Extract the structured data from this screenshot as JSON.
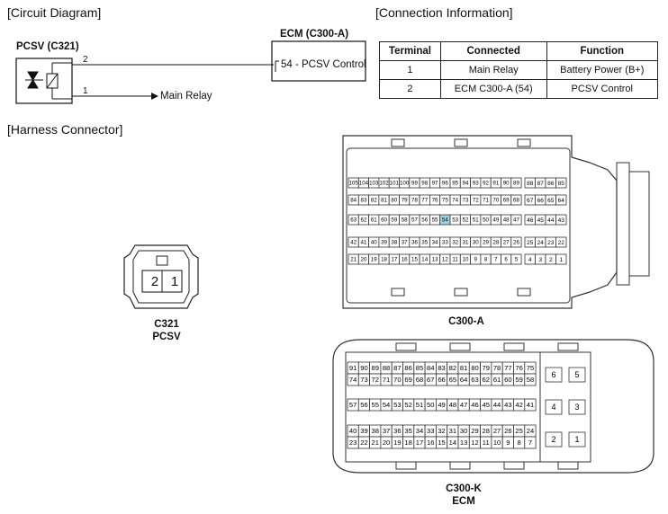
{
  "circuit": {
    "section_title": "[Circuit Diagram]",
    "component_label": "PCSV (C321)",
    "ecm_label": "ECM (C300-A)",
    "ecm_pin_text": "54 - PCSV Control",
    "wire_pin2": "2",
    "wire_pin1": "1",
    "main_relay_label": "Main Relay"
  },
  "connection": {
    "section_title": "[Connection Information]",
    "headers": [
      "Terminal",
      "Connected",
      "Function"
    ],
    "rows": [
      [
        "1",
        "Main Relay",
        "Battery Power (B+)"
      ],
      [
        "2",
        "ECM C300-A (54)",
        "PCSV Control"
      ]
    ]
  },
  "harness": {
    "section_title": "[Harness Connector]",
    "c321": {
      "pins": [
        "2",
        "1"
      ],
      "label_line1": "C321",
      "label_line2": "PCSV"
    },
    "c300a": {
      "label": "C300-A",
      "highlight_pin": "54",
      "rows_main": [
        [
          "105",
          "104",
          "103",
          "102",
          "101",
          "100",
          "99",
          "98",
          "97",
          "96",
          "95",
          "94",
          "93",
          "92",
          "91",
          "90",
          "89"
        ],
        [
          "84",
          "83",
          "82",
          "81",
          "80",
          "79",
          "78",
          "77",
          "76",
          "75",
          "74",
          "73",
          "72",
          "71",
          "70",
          "69",
          "68"
        ],
        [
          "63",
          "62",
          "61",
          "60",
          "59",
          "58",
          "57",
          "56",
          "55",
          "54",
          "53",
          "52",
          "51",
          "50",
          "49",
          "48",
          "47"
        ],
        [
          "42",
          "41",
          "40",
          "39",
          "38",
          "37",
          "36",
          "35",
          "34",
          "33",
          "32",
          "31",
          "30",
          "29",
          "28",
          "27",
          "26"
        ],
        [
          "21",
          "20",
          "19",
          "18",
          "17",
          "16",
          "15",
          "14",
          "13",
          "12",
          "11",
          "10",
          "9",
          "8",
          "7",
          "6",
          "5"
        ]
      ],
      "rows_side": [
        [
          "88",
          "87",
          "86",
          "85"
        ],
        [
          "67",
          "66",
          "65",
          "64"
        ],
        [
          "46",
          "45",
          "44",
          "43"
        ],
        [
          "25",
          "24",
          "23",
          "22"
        ],
        [
          "4",
          "3",
          "2",
          "1"
        ]
      ]
    },
    "c300k": {
      "label_line1": "C300-K",
      "label_line2": "ECM",
      "rows_main": [
        [
          "91",
          "90",
          "89",
          "88",
          "87",
          "86",
          "85",
          "84",
          "83",
          "82",
          "81",
          "80",
          "79",
          "78",
          "77",
          "76",
          "75"
        ],
        [
          "74",
          "73",
          "72",
          "71",
          "70",
          "69",
          "68",
          "67",
          "66",
          "65",
          "64",
          "63",
          "62",
          "61",
          "60",
          "59",
          "58"
        ],
        [
          "57",
          "56",
          "55",
          "54",
          "53",
          "52",
          "51",
          "50",
          "49",
          "48",
          "47",
          "46",
          "45",
          "44",
          "43",
          "42",
          "41"
        ],
        [
          "40",
          "39",
          "38",
          "37",
          "36",
          "35",
          "34",
          "33",
          "32",
          "31",
          "30",
          "29",
          "28",
          "27",
          "26",
          "25",
          "24"
        ],
        [
          "23",
          "22",
          "21",
          "20",
          "19",
          "18",
          "17",
          "16",
          "15",
          "14",
          "13",
          "12",
          "11",
          "10",
          "9",
          "8",
          "7"
        ]
      ],
      "side_pins": [
        [
          "6",
          "5"
        ],
        [
          "4",
          "3"
        ],
        [
          "2",
          "1"
        ]
      ]
    }
  }
}
